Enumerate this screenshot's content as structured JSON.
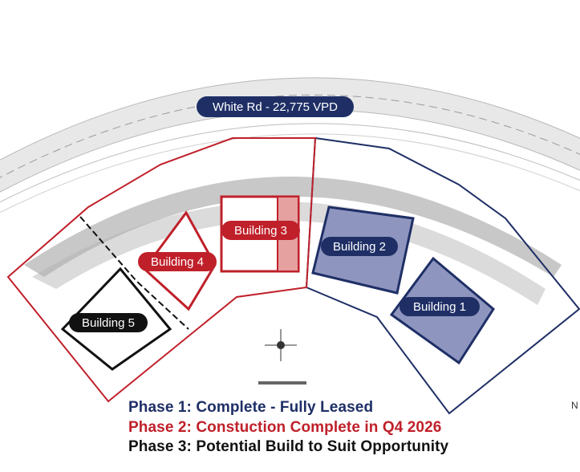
{
  "road_label": "White Rd - 22,775 VPD",
  "buildings": [
    {
      "id": 1,
      "label": "Building 1",
      "phase": 1
    },
    {
      "id": 2,
      "label": "Building 2",
      "phase": 1
    },
    {
      "id": 3,
      "label": "Building 3",
      "phase": 2
    },
    {
      "id": 4,
      "label": "Building 4",
      "phase": 2
    },
    {
      "id": 5,
      "label": "Building 5",
      "phase": 3
    }
  ],
  "legend": [
    {
      "text": "Phase 1: Complete - Fully Leased",
      "color": "#1f2f66"
    },
    {
      "text": "Phase 2: Constuction Complete in Q4 2026",
      "color": "#c0202a"
    },
    {
      "text": "Phase 3: Potential Build to Suit Opportunity",
      "color": "#111111"
    }
  ],
  "colors": {
    "phase1": "#1f2f66",
    "phase2": "#c0202a",
    "phase3": "#111111",
    "road_badge": "#1f2f66"
  },
  "edge_note": "N"
}
